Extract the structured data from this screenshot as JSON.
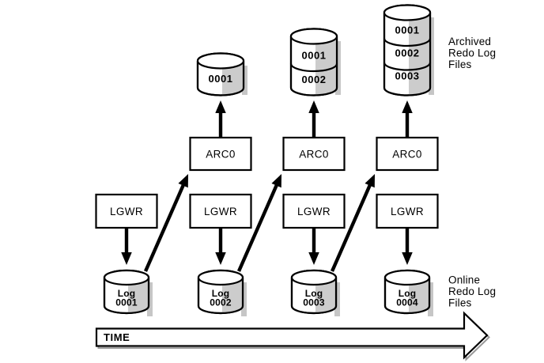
{
  "diagram": {
    "time_label": "TIME",
    "archived_files_label": {
      "line1": "Archived",
      "line2": "Redo Log",
      "line3": "Files"
    },
    "online_files_label": {
      "line1": "Online",
      "line2": "Redo Log",
      "line3": "Files"
    },
    "columns": [
      {
        "lgwr_label": "LGWR",
        "log_label_line1": "Log",
        "log_label_line2": "0001",
        "archived_segments": []
      },
      {
        "arc_label": "ARC0",
        "lgwr_label": "LGWR",
        "log_label_line1": "Log",
        "log_label_line2": "0002",
        "archived_segments": [
          "0001"
        ]
      },
      {
        "arc_label": "ARC0",
        "lgwr_label": "LGWR",
        "log_label_line1": "Log",
        "log_label_line2": "0003",
        "archived_segments": [
          "0001",
          "0002"
        ]
      },
      {
        "arc_label": "ARC0",
        "lgwr_label": "LGWR",
        "log_label_line1": "Log",
        "log_label_line2": "0004",
        "archived_segments": [
          "0001",
          "0002",
          "0003"
        ]
      }
    ],
    "colors": {
      "line": "#000000",
      "background": "#ffffff",
      "cylinder_shade": "#cccccc"
    }
  }
}
